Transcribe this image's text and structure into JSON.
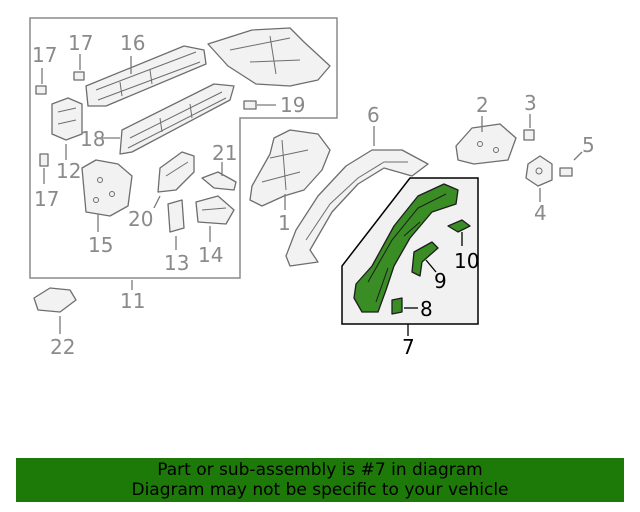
{
  "diagram": {
    "highlighted_part": "7",
    "colors": {
      "highlight": "#3a8c24",
      "banner": "#1d7a08",
      "callout_inactive": "#8a8a8a"
    },
    "callouts": {
      "c1": "1",
      "c2": "2",
      "c3": "3",
      "c4": "4",
      "c5": "5",
      "c6": "6",
      "c7": "7",
      "c8": "8",
      "c9": "9",
      "c10": "10",
      "c11": "11",
      "c12": "12",
      "c13": "13",
      "c14": "14",
      "c15": "15",
      "c16": "16",
      "c17a": "17",
      "c17b": "17",
      "c17c": "17",
      "c18": "18",
      "c19": "19",
      "c20": "20",
      "c21": "21",
      "c22": "22"
    }
  },
  "banner": {
    "line1": "Part or sub-assembly is #7 in diagram",
    "line2": "Diagram may not be specific to your vehicle"
  }
}
